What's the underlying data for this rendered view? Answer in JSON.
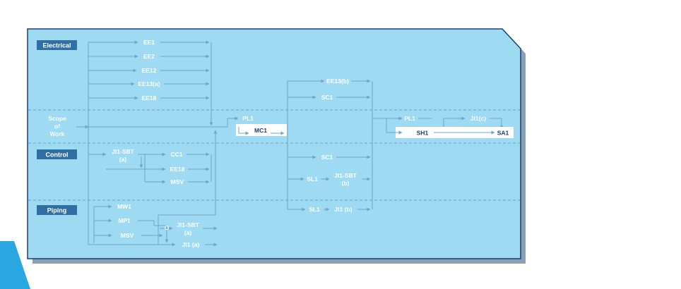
{
  "sections": {
    "electrical": "Electrical",
    "control": "Control",
    "piping": "Piping"
  },
  "scope": [
    "Scope",
    "of",
    "Work"
  ],
  "nodes": {
    "ee1": "EE1",
    "ee2": "EE2",
    "ee12": "EE12",
    "ee13a": "EE13(a)",
    "ee18_top": "EE18",
    "pl1_mid": "PL1",
    "mc1": "MC1",
    "ee13b": "EE13(b)",
    "sc1_top": "SC1",
    "pl1_right": "PL1",
    "sh1": "SH1",
    "ji1c": "JI1(c)",
    "sa1": "SA1",
    "ji1sbt_ctrl": [
      "JI1-SBT",
      "(a)"
    ],
    "cc1": "CC1",
    "ee18_ctrl": "EE18",
    "msv_ctrl": "MSV",
    "sc1_mid": "SC1",
    "sl1_a": "SL1",
    "ji1sbt_b": [
      "JI1-SBT",
      "(b)"
    ],
    "mw1": "MW1",
    "mp1": "MP1",
    "msv_pipe": "MSV",
    "ji1sbt_pipe": [
      "JI1-SBT",
      "(a)"
    ],
    "ji1a": "JI1 (a)",
    "sl1_b": "SL1",
    "ji1b": "JI1 (b)"
  },
  "colors": {
    "panel": "#9fdaf3",
    "panel_border": "#1f3f66",
    "shadow": "#8a9fb8",
    "section_label_bg": "#2f6fa4",
    "line": "#6fa3c8",
    "highlight_bg": "#ffffff",
    "highlight_text": "#1f3f66",
    "accent_corner": "#2aa7e0"
  }
}
